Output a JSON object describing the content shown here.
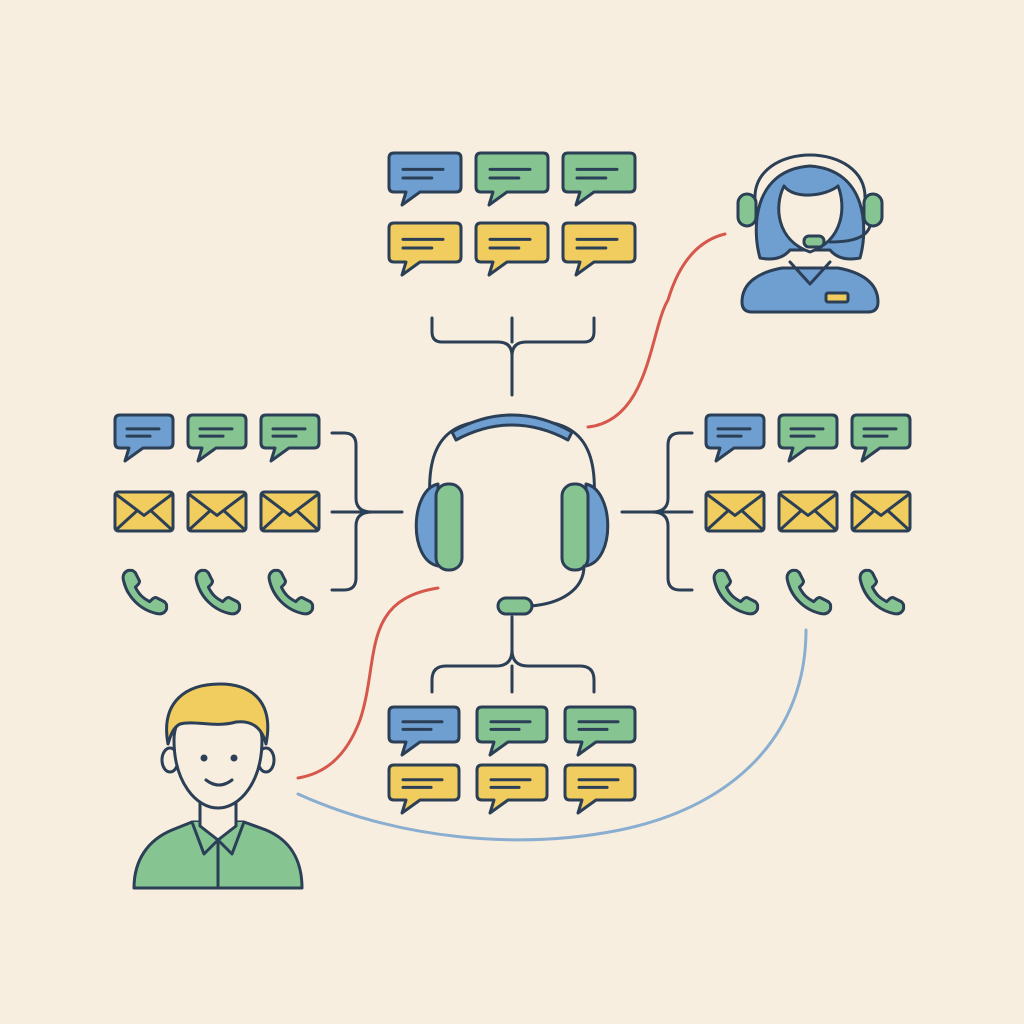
{
  "colors": {
    "background": "#f8eedf",
    "ink": "#2b3f57",
    "blue": "#6f9fd0",
    "green": "#86c491",
    "yellow": "#f1cc5f",
    "red_link": "#d6574b",
    "blue_link": "#89aed0",
    "skin": "#f8eedf"
  },
  "icons": {
    "hub": "headset-icon",
    "agent": "support-agent-icon",
    "customer": "customer-icon",
    "chat": "chat-bubble-icon",
    "email": "envelope-icon",
    "phone": "phone-icon"
  },
  "channel_groups": {
    "top": [
      [
        "blue",
        "green",
        "green"
      ],
      [
        "yellow",
        "yellow",
        "yellow"
      ]
    ],
    "bottom": [
      [
        "blue",
        "green",
        "green"
      ],
      [
        "yellow",
        "yellow",
        "yellow"
      ]
    ],
    "left": {
      "chat": [
        "blue",
        "green",
        "green"
      ],
      "email": 3,
      "phone": 3
    },
    "right": {
      "chat": [
        "blue",
        "green",
        "green"
      ],
      "email": 3,
      "phone": 3
    }
  }
}
